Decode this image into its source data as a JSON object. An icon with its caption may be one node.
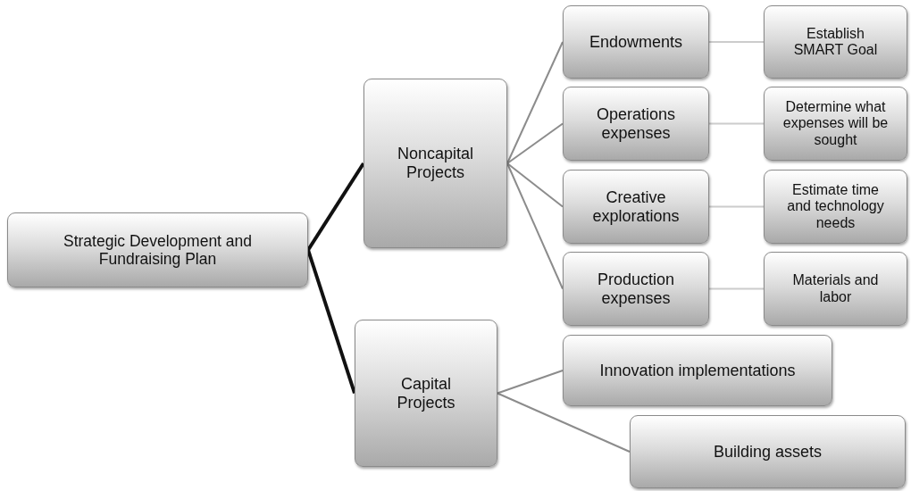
{
  "diagram": {
    "nodes": [
      {
        "text": [
          "Strategic Development and Fundraising Plan"
        ]
      },
      {
        "text": [
          "Noncapital Projects"
        ]
      },
      {
        "text": [
          "Capital Projects"
        ]
      },
      {
        "text": [
          "Endowments"
        ]
      },
      {
        "text": [
          "Operations expenses"
        ]
      },
      {
        "text": [
          "Creative explorations"
        ]
      },
      {
        "text": [
          "Production expenses"
        ]
      },
      {
        "text": [
          "Establish SMART Goal"
        ]
      },
      {
        "text": [
          "Determine what expenses will be sought"
        ]
      },
      {
        "text": [
          "Estimate time and technology needs"
        ]
      },
      {
        "text": [
          "Materials and labor"
        ]
      },
      {
        "text": [
          "Innovation implementations"
        ]
      },
      {
        "text": [
          "Building assets"
        ]
      }
    ],
    "edges": [
      {
        "from": 0,
        "to": 1,
        "arrow": "none",
        "style": "thick",
        "color": "#111111"
      },
      {
        "from": 0,
        "to": 2,
        "arrow": "none",
        "style": "thick",
        "color": "#111111"
      },
      {
        "from": 1,
        "to": 3,
        "arrow": "none"
      },
      {
        "from": 1,
        "to": 4,
        "arrow": "none"
      },
      {
        "from": 1,
        "to": 5,
        "arrow": "none"
      },
      {
        "from": 1,
        "to": 6,
        "arrow": "none"
      },
      {
        "from": 3,
        "to": 7,
        "arrow": "none",
        "color": "#cccccc"
      },
      {
        "from": 4,
        "to": 8,
        "arrow": "none",
        "color": "#cccccc"
      },
      {
        "from": 5,
        "to": 9,
        "arrow": "none",
        "color": "#cccccc"
      },
      {
        "from": 6,
        "to": 10,
        "arrow": "none",
        "color": "#cccccc"
      },
      {
        "from": 2,
        "to": 11,
        "arrow": "none"
      },
      {
        "from": 2,
        "to": 12,
        "arrow": "none"
      }
    ]
  }
}
